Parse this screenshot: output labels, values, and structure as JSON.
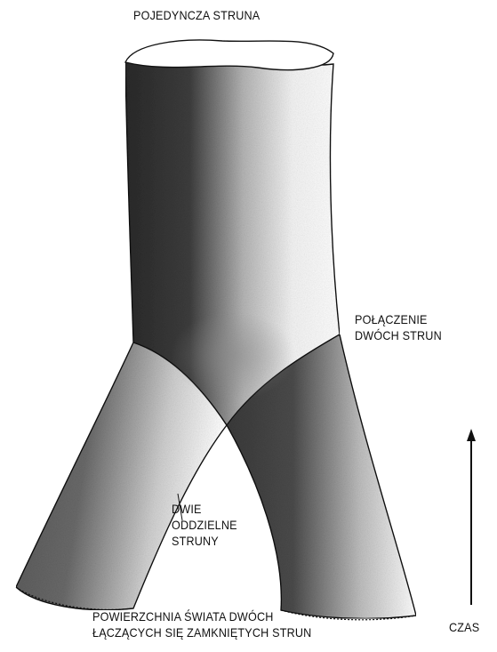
{
  "labels": {
    "single_string": "POJEDYNCZA STRUNA",
    "joining": [
      "POŁĄCZENIE",
      "DWÓCH STRUN"
    ],
    "two_separate": [
      "DWIE",
      "ODDZIELNE",
      "STRUNY"
    ],
    "caption": [
      "POWIERZCHNIA ŚWIATA DWÓCH",
      "ŁĄCZĄCYCH SIĘ ZAMKNIĘTYCH STRUN"
    ],
    "time": "CZAS"
  },
  "colors": {
    "ink": "#111111",
    "shadow": "#2b2b2b",
    "highlight": "#f2f2f2",
    "background": "#ffffff"
  }
}
